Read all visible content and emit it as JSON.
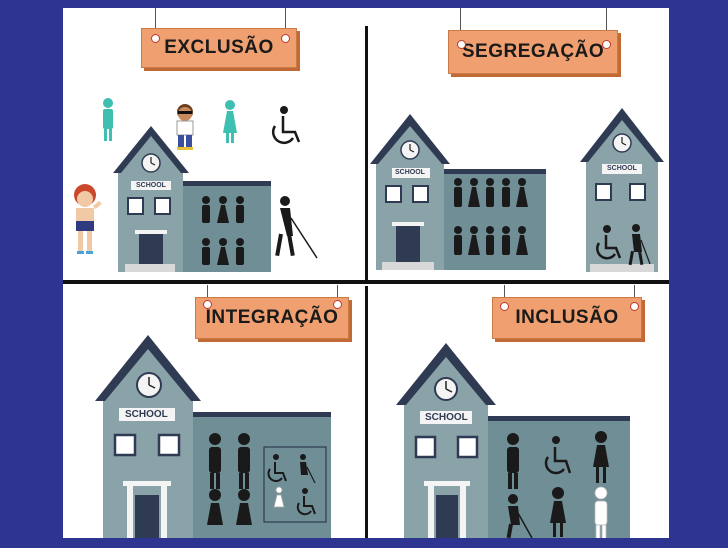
{
  "panels": {
    "exclusion": {
      "label": "EXCLUSÃO",
      "school_label": "SCHOOL"
    },
    "segregation": {
      "label": "SEGREGAÇÃO",
      "school_label": "SCHOOL",
      "school_label_small": "SCHOOL"
    },
    "integration": {
      "label": "INTEGRAÇÃO",
      "school_label": "SCHOOL"
    },
    "inclusion": {
      "label": "INCLUSÃO",
      "school_label": "SCHOOL"
    }
  },
  "colors": {
    "background": "#2e3590",
    "sign_fill": "#f0a070",
    "building_front": "#8aa3a8",
    "building_side": "#6f8e95",
    "roof": "#2f3b52",
    "figure": "#1a1a1a",
    "teal_figure": "#3fbfb0"
  }
}
